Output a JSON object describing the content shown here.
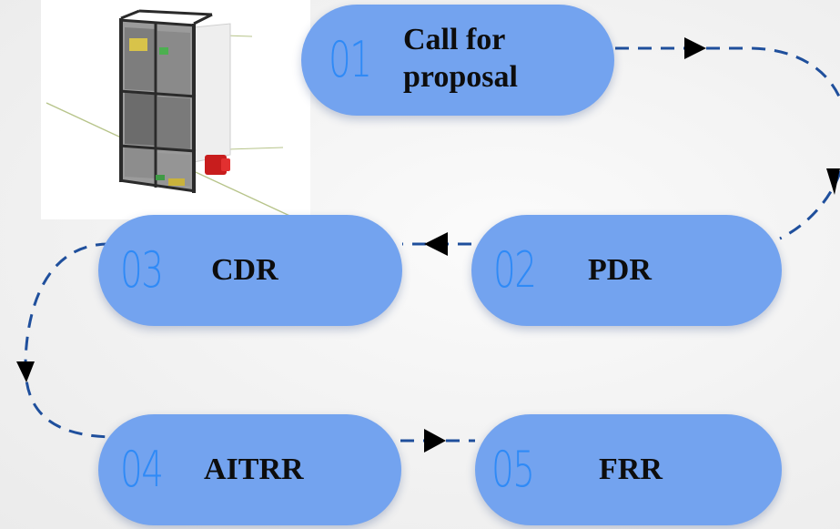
{
  "steps": [
    {
      "number": "01",
      "label_line1": "Call for",
      "label_line2": "proposal"
    },
    {
      "number": "02",
      "label": "PDR"
    },
    {
      "number": "03",
      "label": "CDR"
    },
    {
      "number": "04",
      "label": "AITRR"
    },
    {
      "number": "05",
      "label": "FRR"
    }
  ],
  "colors": {
    "pill_fill": "#73a3ef",
    "step_number": "#2f8af6",
    "connector": "#1f4f9c",
    "arrowhead": "#000000"
  },
  "icons": [
    "satellite-image",
    "arrowhead-icon"
  ]
}
